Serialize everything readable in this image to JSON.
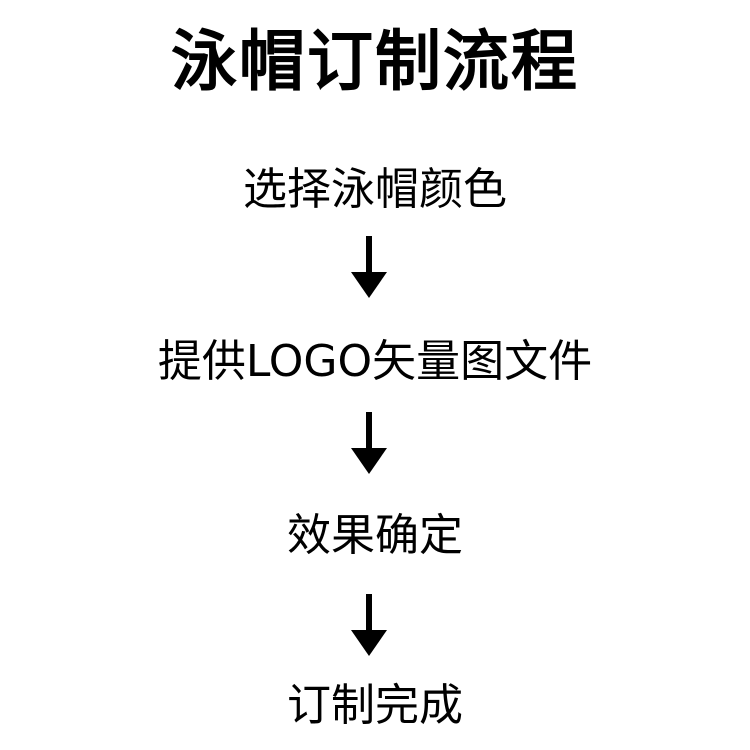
{
  "title": "泳帽订制流程",
  "steps": [
    {
      "label": "选择泳帽颜色"
    },
    {
      "label": "提供LOGO矢量图文件"
    },
    {
      "label": "效果确定"
    },
    {
      "label": "订制完成"
    }
  ],
  "connector_icon": "down-arrow-icon",
  "colors": {
    "background": "#ffffff",
    "text": "#000000",
    "arrow": "#000000"
  }
}
